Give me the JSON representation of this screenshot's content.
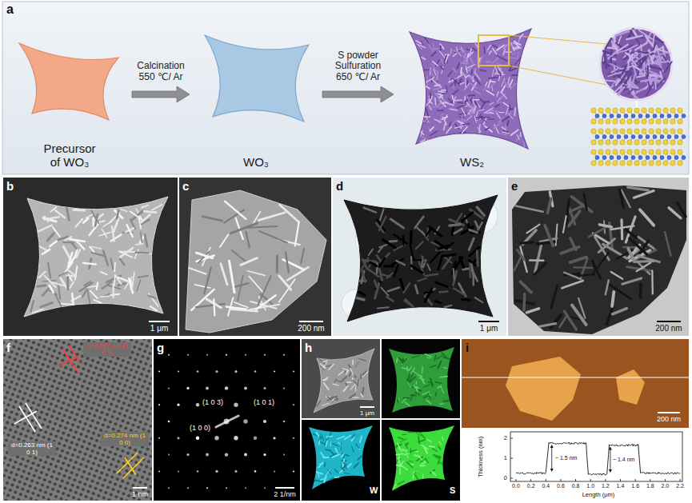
{
  "diagram": {
    "nodes": [
      {
        "text": [
          "Precursor of WO₃"
        ]
      },
      {
        "text": [
          "WO₃"
        ]
      },
      {
        "text": [
          "WS₂"
        ]
      }
    ],
    "edges": [
      {
        "from": 0,
        "to": 1,
        "arrow": "to",
        "label": "Calcination 550 ℃/ Ar"
      },
      {
        "from": 1,
        "to": 2,
        "arrow": "to",
        "label": "S powder Sulfuration 650 ℃/ Ar"
      }
    ],
    "labels": [
      "a",
      "b",
      "1 μm",
      "c",
      "200 nm",
      "d",
      "1 μm",
      "e",
      "200 nm",
      "f",
      "d=0.227 nm (1 0 3)",
      "d=0.263 nm (1 0 1)",
      "d=0.274 nm (1 0 0)",
      "1 nm",
      "g",
      "(1 0 3)",
      "(1 0 1)",
      "(1 0 0)",
      "2 1/nm",
      "h",
      "1 μm",
      "W",
      "S",
      "i",
      "200 nm",
      "Thickness (nm)",
      "2",
      "1",
      "0",
      "~ 1.5 nm",
      "~ 1.4 nm",
      "0.0",
      "0.2",
      "0.4",
      "0.6",
      "0.8",
      "1.0",
      "1.2",
      "1.4",
      "1.6",
      "1.8",
      "2.0",
      "2.2",
      "Length (μm)"
    ]
  }
}
